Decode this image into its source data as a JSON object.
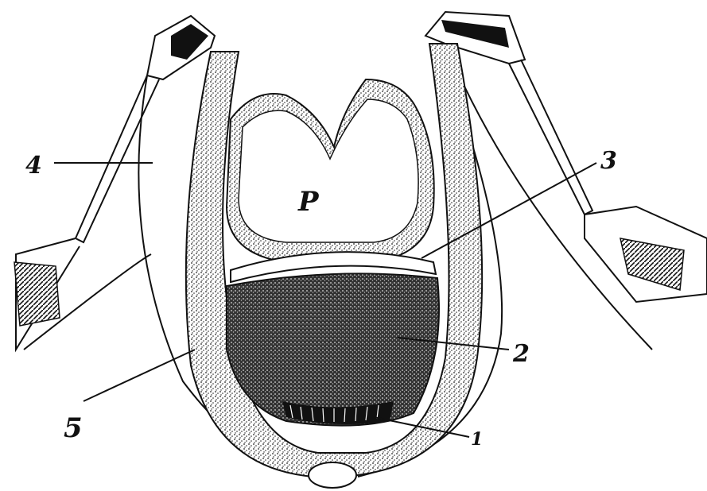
{
  "figure": {
    "labels": {
      "center": "P",
      "one": "1",
      "two": "2",
      "three": "3",
      "four": "4",
      "five": "5"
    }
  },
  "colors": {
    "ink": "#111111",
    "paper": "#ffffff",
    "stipple_light": "#555555",
    "stipple_dense": "#222222"
  }
}
